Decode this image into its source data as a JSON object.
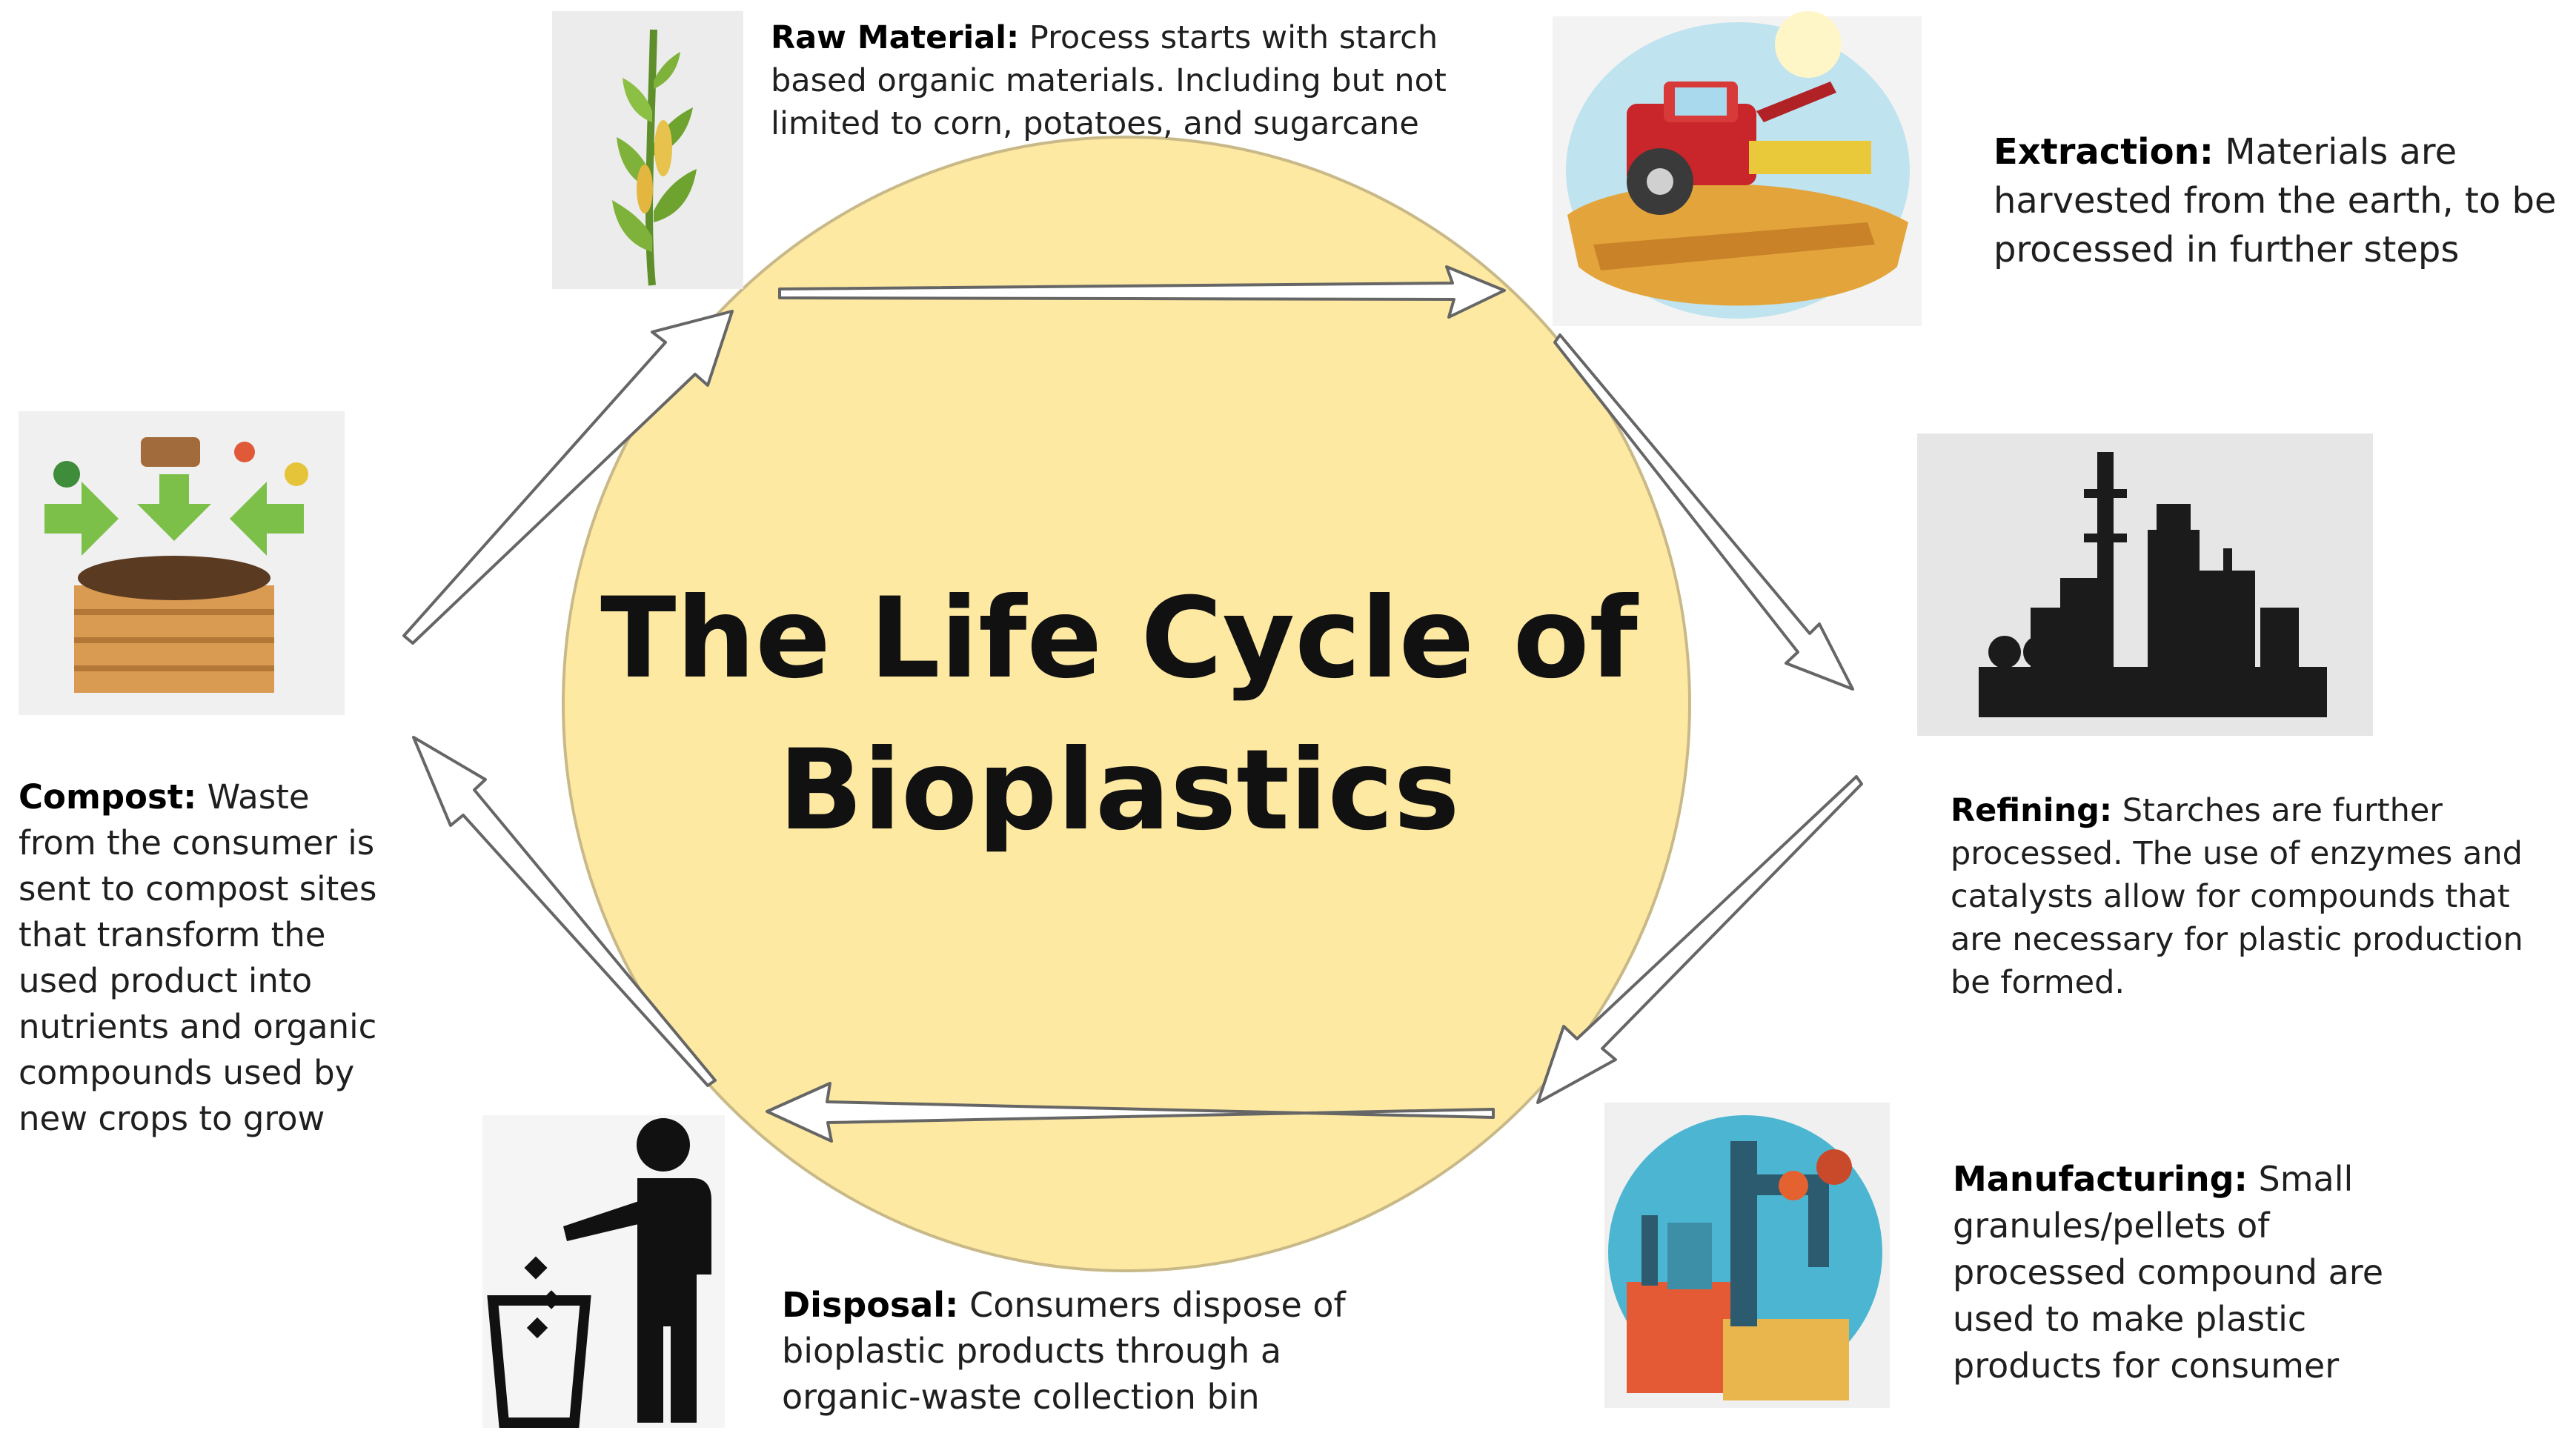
{
  "title": {
    "line1": "The Life Cycle of",
    "line2": "Bioplastics"
  },
  "stages": [
    {
      "id": "raw-material",
      "label": "Raw Material:",
      "text": "Process starts with starch based organic materials. Including but not limited to corn, potatoes, and sugarcane",
      "icon": "corn-plant-icon"
    },
    {
      "id": "extraction",
      "label": "Extraction:",
      "text": "Materials are harvested from the earth, to be processed in further steps",
      "icon": "combine-harvester-icon"
    },
    {
      "id": "refining",
      "label": "Refining:",
      "text": "Starches are further processed. The use of enzymes and catalysts allow for compounds that are necessary for plastic production be formed.",
      "icon": "refinery-factory-icon"
    },
    {
      "id": "manufacturing",
      "label": "Manufacturing:",
      "text": "Small granules/pellets of processed compound are used to make plastic products for consumer",
      "icon": "manufacturing-plant-icon"
    },
    {
      "id": "disposal",
      "label": "Disposal:",
      "text": "Consumers dispose of bioplastic products through a organic-waste collection bin",
      "icon": "trash-disposal-icon"
    },
    {
      "id": "compost",
      "label": "Compost:",
      "text": "Waste from the consumer is sent to compost sites that transform the used product into nutrients and organic compounds used by new crops to grow",
      "icon": "compost-bin-icon"
    }
  ],
  "colors": {
    "circle_fill": "#fde9a2",
    "circle_stroke": "#c9b988",
    "arrow_stroke": "#666666",
    "icon_dark": "#1b1b1b"
  }
}
